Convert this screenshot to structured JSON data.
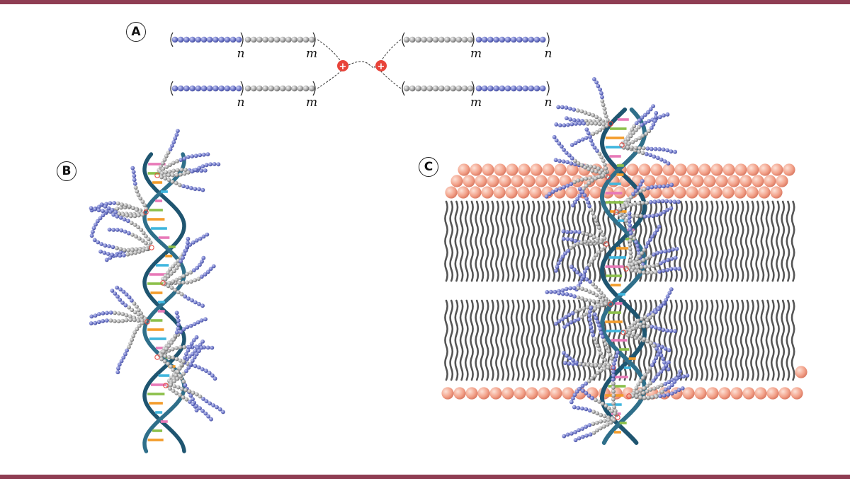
{
  "panels": {
    "a": {
      "label": "A"
    },
    "b": {
      "label": "B"
    },
    "c": {
      "label": "C"
    }
  },
  "polymer": {
    "subscript_hydrophilic": "n",
    "subscript_hydrophobic": "m",
    "charge_symbol": "+"
  },
  "colors": {
    "frame": "#8f3d53",
    "hydrophilic_bead": "#6f78c8",
    "hydrophobic_bead": "#a9a9a9",
    "dna_strand": "#2f6f8a",
    "lipid_head": "#f2a088",
    "lipid_tail": "#555555",
    "charge": "#e8443a",
    "base_pink": "#e879b8",
    "base_green": "#8cc04b",
    "base_orange": "#f39c2b",
    "base_cyan": "#3fb6de"
  }
}
